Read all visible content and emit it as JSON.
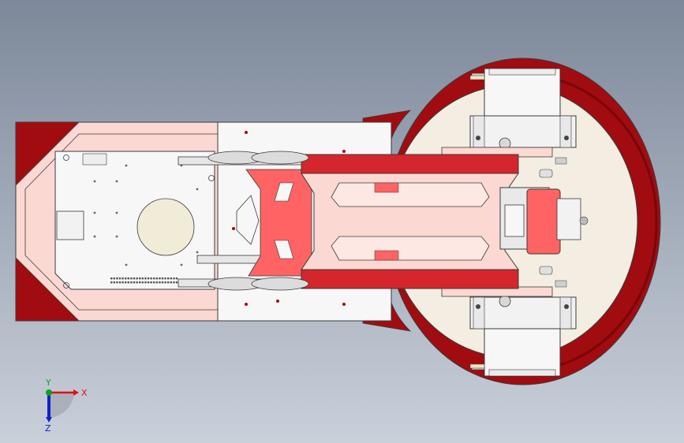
{
  "view": {
    "background_top": "#7d889a",
    "background_bottom": "#c9d0da"
  },
  "palette": {
    "dark_red": "#a10c10",
    "bright_red": "#d4262c",
    "salmon": "#ff6363",
    "pink": "#fbd8d2",
    "light_pink": "#fde8e3",
    "cream": "#f3eee1",
    "white_plate": "#f7f7f7",
    "outline": "#3a3a3a"
  },
  "triad": {
    "x_label": "X",
    "y_label": "Y",
    "z_label": "Z",
    "x_color": "#e01010",
    "y_color": "#10a020",
    "z_color": "#1020d0"
  }
}
